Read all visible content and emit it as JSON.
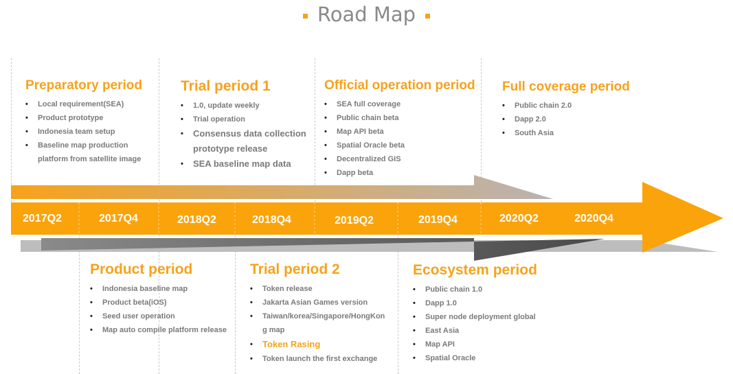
{
  "title": "Road Map",
  "colors": {
    "accent": "#f7a21b",
    "text": "#7a7a7a"
  },
  "quarters": [
    "2017Q2",
    "2017Q4",
    "2018Q2",
    "2018Q4",
    "2019Q2",
    "2019Q4",
    "2020Q2",
    "2020Q4"
  ],
  "periods": [
    {
      "title": "Preparatory period",
      "items": [
        "Local requirement(SEA)",
        "Product prototype",
        "Indonesia team setup",
        "Baseline map production platform from satellite image"
      ]
    },
    {
      "title": "Trial period 1",
      "items": [
        "1.0, update weekly",
        "Trial operation",
        "Consensus data collection prototype release",
        "SEA baseline map data"
      ]
    },
    {
      "title": "Official operation period",
      "items": [
        "SEA full coverage",
        "Public chain beta",
        "Map API beta",
        "Spatial Oracle beta",
        "Decentralized GIS",
        "Dapp beta"
      ]
    },
    {
      "title": "Full coverage period",
      "items": [
        "Public chain 2.0",
        "Dapp 2.0",
        "South Asia"
      ]
    },
    {
      "title": "Product period",
      "items": [
        "Indonesia baseline map",
        "Product beta(iOS)",
        "Seed user operation",
        "Map auto compile platform release"
      ]
    },
    {
      "title": "Trial period 2",
      "items": [
        "Token release",
        "Jakarta Asian Games version",
        "Taiwan/korea/Singapore/HongKong map",
        "Token Rasing",
        "Token launch the first exchange"
      ]
    },
    {
      "title": "Ecosystem period",
      "items": [
        "Public chain 1.0",
        "Dapp 1.0",
        "Super node deployment global",
        "East Asia",
        "Map API",
        "Spatial Oracle"
      ]
    }
  ]
}
